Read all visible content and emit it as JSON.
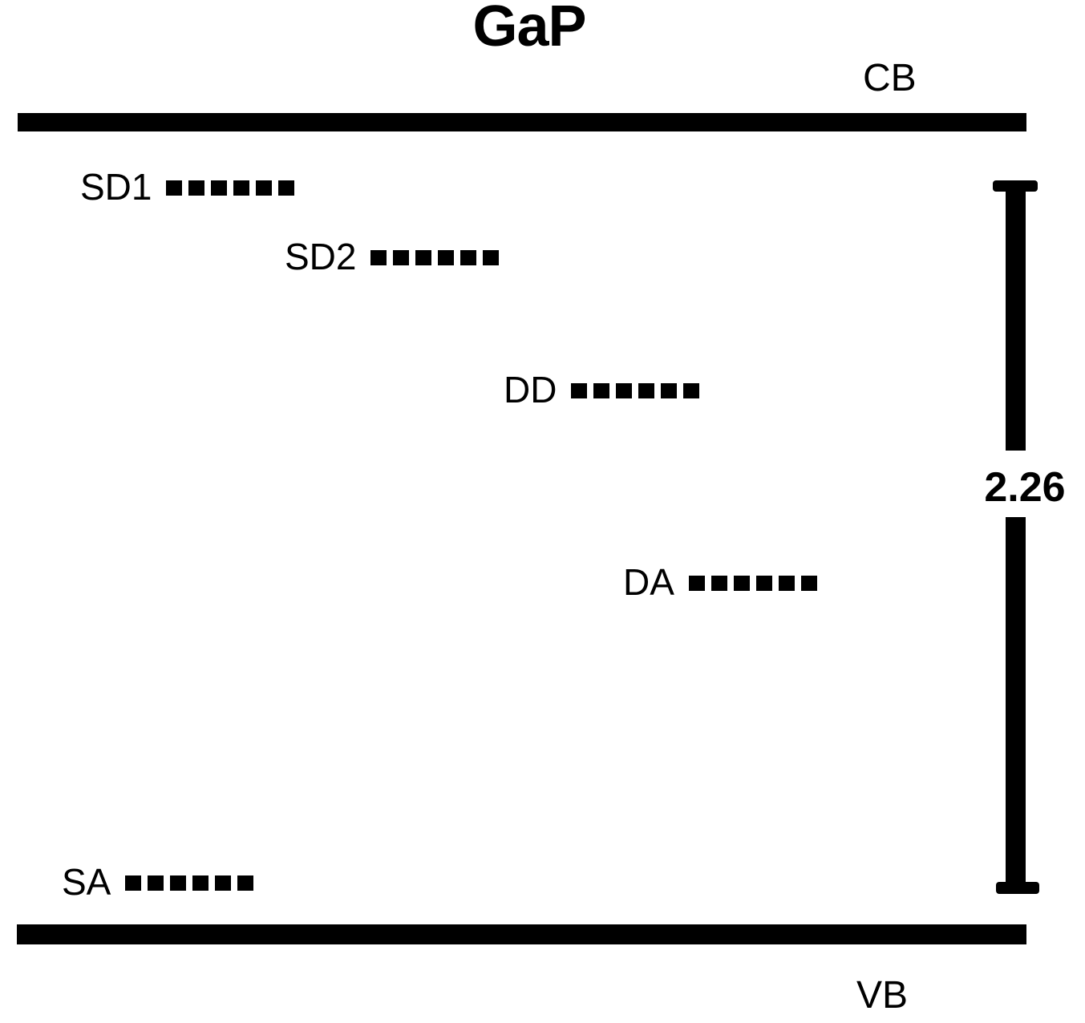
{
  "title": "GaP",
  "bands": {
    "conduction_label": "CB",
    "valence_label": "VB"
  },
  "band_gap": {
    "value": "2.26"
  },
  "levels": [
    {
      "label": "SD1"
    },
    {
      "label": "SD2"
    },
    {
      "label": "DD"
    },
    {
      "label": "DA"
    },
    {
      "label": "SA"
    }
  ],
  "colors": {
    "ink": "#000000",
    "background": "#ffffff"
  }
}
